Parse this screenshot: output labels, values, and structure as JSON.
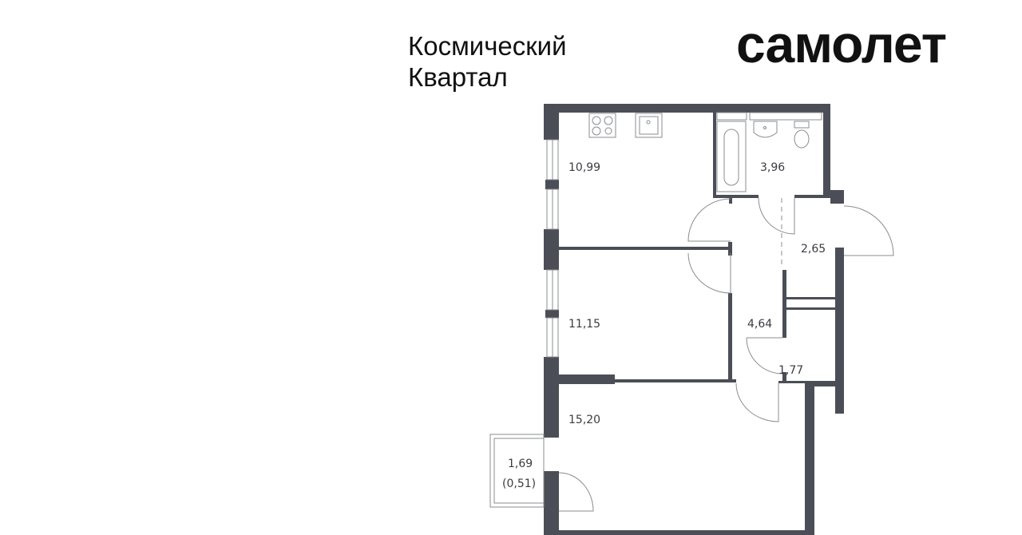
{
  "project": {
    "name_line1": "Космический",
    "name_line2": "Квартал"
  },
  "brand": {
    "logo_text": "самолет"
  },
  "floor_plan": {
    "rooms": [
      {
        "id": "kitchen",
        "area": "10,99"
      },
      {
        "id": "bathroom",
        "area": "3,96"
      },
      {
        "id": "hallway-entry",
        "area": "2,65"
      },
      {
        "id": "bedroom",
        "area": "11,15"
      },
      {
        "id": "corridor",
        "area": "4,64"
      },
      {
        "id": "storage",
        "area": "1,77"
      },
      {
        "id": "living-room",
        "area": "15,20"
      },
      {
        "id": "balcony",
        "area": "1,69",
        "reduced_area": "(0,51)"
      }
    ],
    "wall_color": "#4b4e56"
  }
}
